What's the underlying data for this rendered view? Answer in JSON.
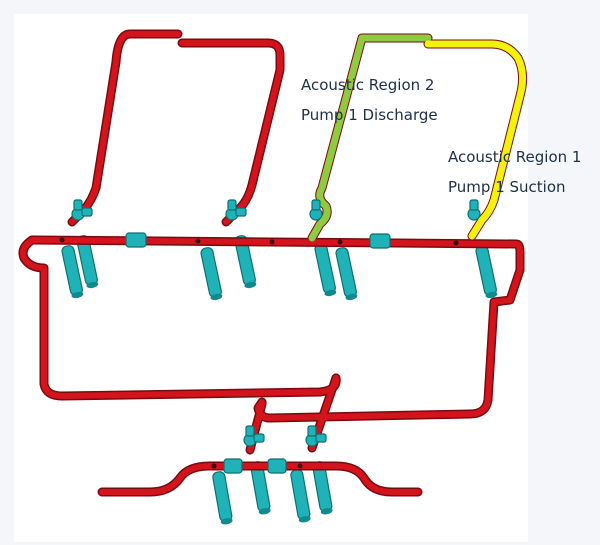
{
  "labels": {
    "region2_title": "Acoustic Region 2",
    "region2_subtitle": "Pump 1 Discharge",
    "region1_title": "Acoustic Region 1",
    "region1_subtitle": "Pump 1 Suction"
  },
  "colors": {
    "pipe": "#d4141c",
    "pipe_edge": "#7a0a0e",
    "valve": "#1fb3b8",
    "valve_edge": "#0e6f72",
    "region2_highlight": "#8fca3f",
    "region1_highlight": "#f2f20a",
    "label_text": "#1e2f46",
    "canvas_bg": "#ffffff",
    "page_bg": "#f4f6f9"
  }
}
